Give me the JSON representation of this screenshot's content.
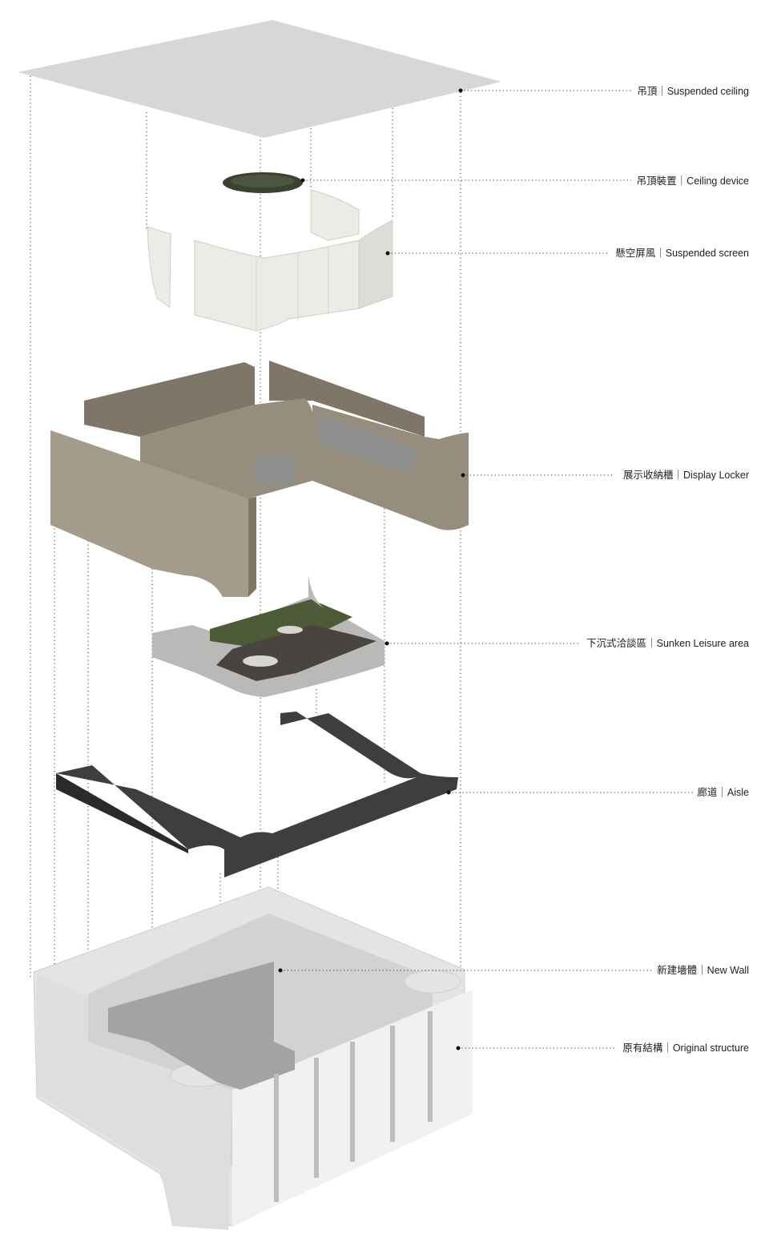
{
  "labels": [
    {
      "key": "suspended-ceiling",
      "text": "吊頂｜Suspended ceiling"
    },
    {
      "key": "ceiling-device",
      "text": "吊頂裝置｜Ceiling device"
    },
    {
      "key": "suspended-screen",
      "text": "懸空屏風｜Suspended screen"
    },
    {
      "key": "display-locker",
      "text": "展示收納櫃｜Display Locker"
    },
    {
      "key": "sunken-leisure-area",
      "text": "下沉式洽談區｜Sunken Leisure area"
    },
    {
      "key": "aisle",
      "text": "廊道｜Aisle"
    },
    {
      "key": "new-wall",
      "text": "新建墻體｜New Wall"
    },
    {
      "key": "original-structure",
      "text": "原有結構｜Original structure"
    }
  ],
  "colors": {
    "ceiling": "#d7d7d7",
    "ceiling_device": "#3b4030",
    "screen": "#ecebe6",
    "locker": "#978d7d",
    "locker_dark": "#7f7668",
    "sunken_concrete": "#b9b9b7",
    "sunken_floor": "#4a4440",
    "sunken_green": "#4c5a38",
    "aisle": "#3e3e3e",
    "structure": "#e4e4e4",
    "new_wall": "#a3a3a1"
  }
}
